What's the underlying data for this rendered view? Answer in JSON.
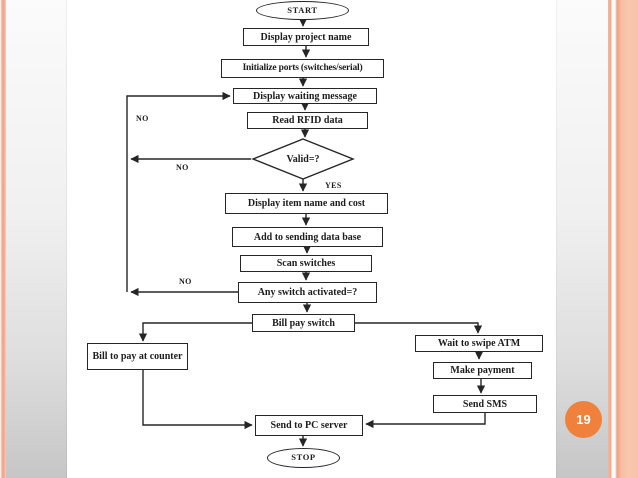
{
  "page_number": "19",
  "colors": {
    "accent_orange": "#f0813c",
    "accent_salmon": "#f3a98c",
    "band_gray_bottom": "#c6c6c6",
    "line": "#262626"
  },
  "flowchart": {
    "nodes": {
      "start": {
        "label": "START"
      },
      "display_project": {
        "label": "Display project name"
      },
      "init_ports": {
        "label": "Initialize ports (switches/serial)"
      },
      "display_waiting": {
        "label": "Display waiting message"
      },
      "read_rfid": {
        "label": "Read RFID data"
      },
      "valid": {
        "label": "Valid=?"
      },
      "display_item": {
        "label": "Display item name and cost"
      },
      "add_db": {
        "label": "Add to sending data base"
      },
      "scan_switches": {
        "label": "Scan switches"
      },
      "any_switch": {
        "label": "Any switch activated=?"
      },
      "bill_pay_switch": {
        "label": "Bill pay switch"
      },
      "bill_counter": {
        "label": "Bill to pay at counter"
      },
      "wait_atm": {
        "label": "Wait to swipe ATM"
      },
      "make_payment": {
        "label": "Make payment"
      },
      "send_sms": {
        "label": "Send SMS"
      },
      "send_pc": {
        "label": "Send to PC server"
      },
      "stop": {
        "label": "STOP"
      }
    },
    "branch_labels": {
      "yes": "YES",
      "no_loop": "NO",
      "no_valid": "NO",
      "no_switch": "NO"
    }
  }
}
